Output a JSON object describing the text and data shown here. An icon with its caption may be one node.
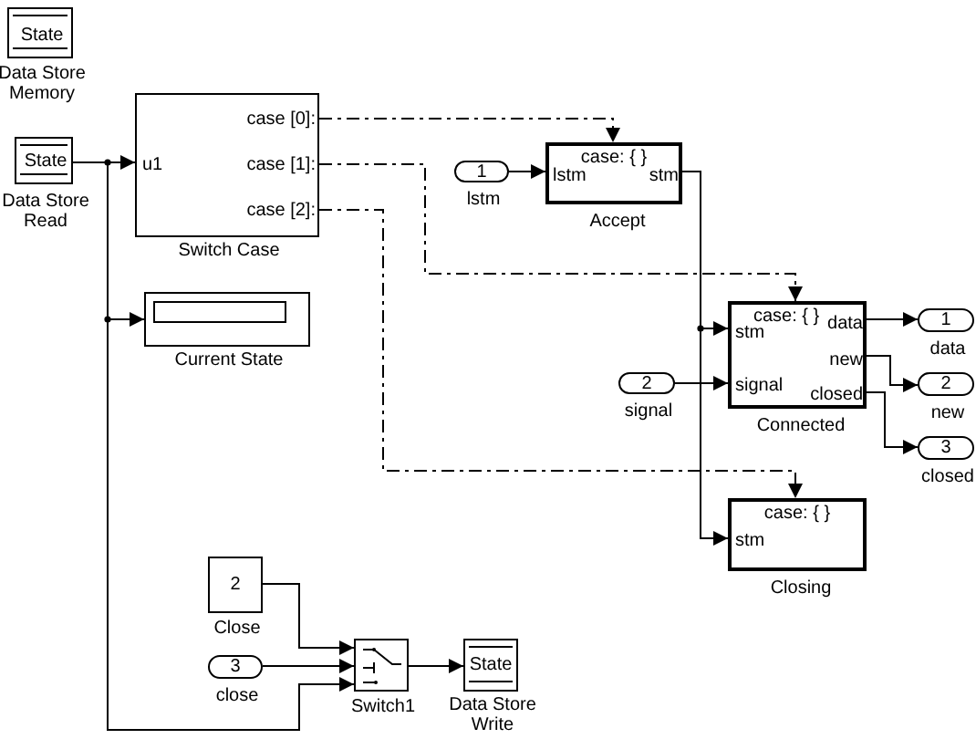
{
  "diagram": {
    "nodes": [
      {
        "text": [
          "State",
          "Data Store Memory"
        ]
      },
      {
        "text": [
          "State",
          "Data Store Read"
        ]
      },
      {
        "text": [
          "u1",
          "case [0]:",
          "case [1]:",
          "case [2]:",
          "Switch Case"
        ]
      },
      {
        "text": [
          "Current State"
        ]
      },
      {
        "text": [
          "1",
          "lstm"
        ]
      },
      {
        "text": [
          "case: { }",
          "lstm",
          "stm",
          "Accept"
        ]
      },
      {
        "text": [
          "2",
          "signal"
        ]
      },
      {
        "text": [
          "case: { }",
          "data",
          "stm",
          "new",
          "signal",
          "closed",
          "Connected"
        ]
      },
      {
        "text": [
          "1",
          "data"
        ]
      },
      {
        "text": [
          "2",
          "new"
        ]
      },
      {
        "text": [
          "3",
          "closed"
        ]
      },
      {
        "text": [
          "case: { }",
          "stm",
          "Closing"
        ]
      },
      {
        "text": [
          "2",
          "Close"
        ]
      },
      {
        "text": [
          "3",
          "close"
        ]
      },
      {
        "text": [
          "Switch1"
        ]
      },
      {
        "text": [
          "State",
          "Data Store Write"
        ]
      }
    ],
    "edges": [
      {
        "from": 1,
        "to": 2,
        "arrow": "to"
      },
      {
        "from": 1,
        "to": 3,
        "arrow": "to"
      },
      {
        "from": 1,
        "to": 14,
        "arrow": "to"
      },
      {
        "from": 2,
        "to": 5,
        "arrow": "to",
        "style": "dashed"
      },
      {
        "from": 2,
        "to": 7,
        "arrow": "to",
        "style": "dashed"
      },
      {
        "from": 2,
        "to": 11,
        "arrow": "to",
        "style": "dashed"
      },
      {
        "from": 4,
        "to": 5,
        "arrow": "to"
      },
      {
        "from": 5,
        "to": 7,
        "arrow": "to"
      },
      {
        "from": 5,
        "to": 11,
        "arrow": "to"
      },
      {
        "from": 6,
        "to": 7,
        "arrow": "to"
      },
      {
        "from": 7,
        "to": 8,
        "arrow": "to"
      },
      {
        "from": 7,
        "to": 9,
        "arrow": "to"
      },
      {
        "from": 7,
        "to": 10,
        "arrow": "to"
      },
      {
        "from": 12,
        "to": 14,
        "arrow": "to"
      },
      {
        "from": 13,
        "to": 14,
        "arrow": "to"
      },
      {
        "from": 14,
        "to": 15,
        "arrow": "to"
      }
    ]
  }
}
